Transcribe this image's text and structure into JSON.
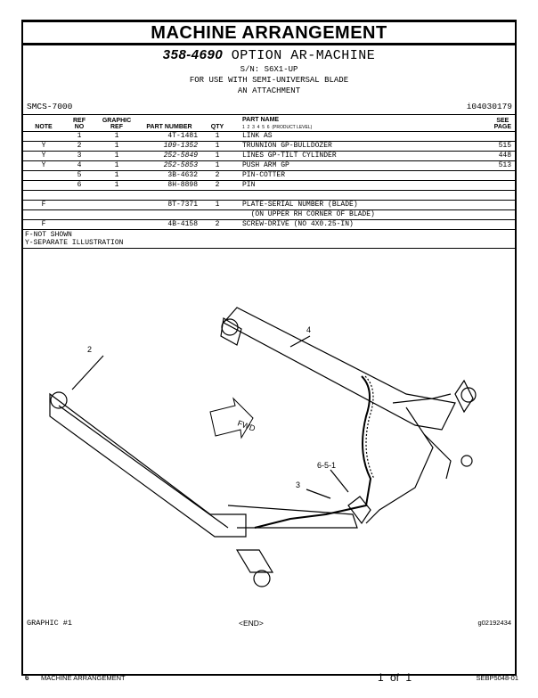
{
  "title": "MACHINE ARRANGEMENT",
  "subtitle": {
    "part": "358-4690",
    "name": "OPTION AR-MACHINE",
    "sn": "S/N: S6X1-UP",
    "line1": "FOR USE WITH SEMI-UNIVERSAL BLADE",
    "line2": "AN ATTACHMENT"
  },
  "smcs": "SMCS-7000",
  "doc_id": "i04030179",
  "headers": {
    "note": "NOTE",
    "ref1": "REF",
    "ref2": "NO",
    "gr1": "GRAPHIC",
    "gr2": "REF",
    "pn": "PART NUMBER",
    "qty": "QTY",
    "name": "PART NAME",
    "levels": "1  2  3  4  5  6  (PRODUCT LEVEL)",
    "see1": "SEE",
    "see2": "PAGE"
  },
  "rows": [
    {
      "note": "",
      "ref": "1",
      "gr": "1",
      "pn": "4T-1481",
      "qty": "1",
      "name": "LINK AS",
      "see": ""
    },
    {
      "note": "Y",
      "ref": "2",
      "gr": "1",
      "pn": "109-1352",
      "qty": "1",
      "name": "TRUNNION GP-BULLDOZER",
      "see": "515"
    },
    {
      "note": "Y",
      "ref": "3",
      "gr": "1",
      "pn": "252-5849",
      "qty": "1",
      "name": "LINES GP-TILT CYLINDER",
      "see": "448"
    },
    {
      "note": "Y",
      "ref": "4",
      "gr": "1",
      "pn": "252-5853",
      "qty": "1",
      "name": "PUSH ARM GP",
      "see": "513"
    },
    {
      "note": "",
      "ref": "5",
      "gr": "1",
      "pn": "3B-4632",
      "qty": "2",
      "name": "PIN-COTTER",
      "see": ""
    },
    {
      "note": "",
      "ref": "6",
      "gr": "1",
      "pn": "8H-8898",
      "qty": "2",
      "name": "PIN",
      "see": ""
    },
    {
      "note": "",
      "ref": "",
      "gr": "",
      "pn": "",
      "qty": "",
      "name": "",
      "see": ""
    },
    {
      "note": "F",
      "ref": "",
      "gr": "",
      "pn": "8T-7371",
      "qty": "1",
      "name": "PLATE-SERIAL NUMBER (BLADE)",
      "see": ""
    },
    {
      "note": "",
      "ref": "",
      "gr": "",
      "pn": "",
      "qty": "",
      "name": "  (ON UPPER RH CORNER OF BLADE)",
      "see": ""
    },
    {
      "note": "F",
      "ref": "",
      "gr": "",
      "pn": "4B-4158",
      "qty": "2",
      "name": "SCREW-DRIVE (NO 4X0.25-IN)",
      "see": ""
    }
  ],
  "notes": [
    "F-NOT SHOWN",
    "Y-SEPARATE ILLUSTRATION"
  ],
  "callouts": {
    "c4": "4",
    "c2": "2",
    "c3": "3",
    "c651": "6-5-1",
    "fwd": "FWD"
  },
  "graphic_label": "GRAPHIC #1",
  "end": "<END>",
  "graphic_id": "g02192434",
  "footer": {
    "page": "6",
    "section": "MACHINE ARRANGEMENT",
    "pages": "1 of 1",
    "doc": "SEBP5048-01"
  }
}
